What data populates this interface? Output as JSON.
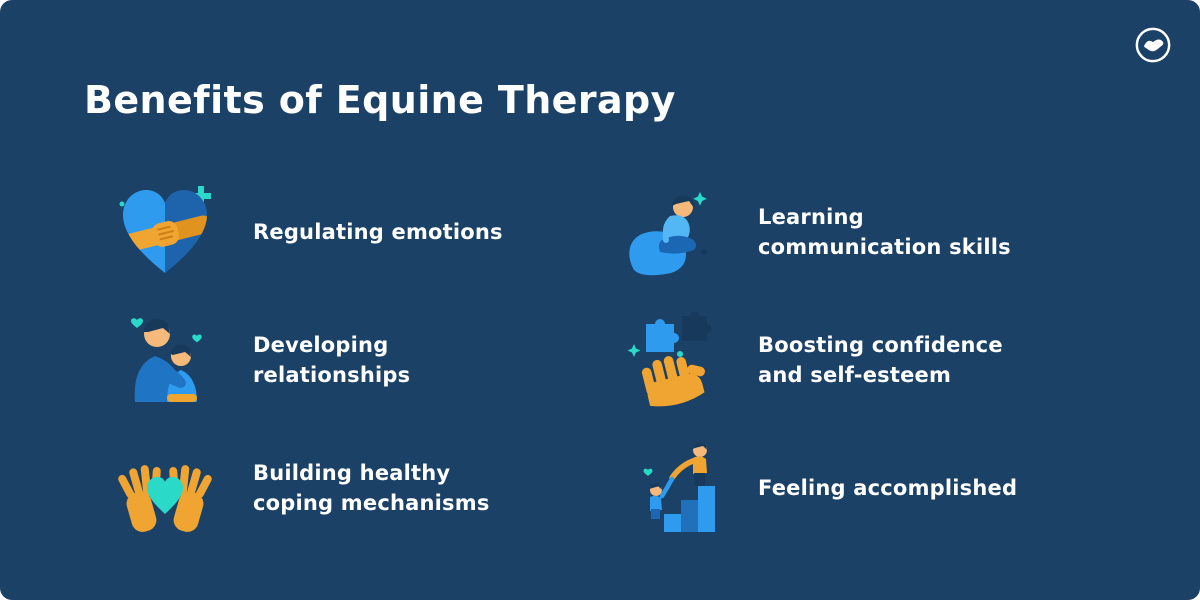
{
  "page": {
    "title": "Benefits of Equine Therapy",
    "background": "#1b4166"
  },
  "logo": {
    "icon": "handshake-logo"
  },
  "colors": {
    "background": "#1b4166",
    "blue": "#2e9bef",
    "dark_blue": "#1b67b4",
    "navy": "#16395c",
    "orange": "#f0a431",
    "teal": "#2bd9c9",
    "text": "#ffffff"
  },
  "benefits": [
    {
      "label": "Regulating emotions",
      "icon": "heart-handshake-icon"
    },
    {
      "label": "Learning\ncommunication skills",
      "icon": "person-relaxing-icon"
    },
    {
      "label": "Developing\nrelationships",
      "icon": "people-hugging-icon"
    },
    {
      "label": "Boosting confidence\nand self-esteem",
      "icon": "hand-puzzle-icon"
    },
    {
      "label": "Building healthy\ncoping mechanisms",
      "icon": "hands-holding-heart-icon"
    },
    {
      "label": "Feeling accomplished",
      "icon": "climbing-stairs-icon"
    }
  ]
}
